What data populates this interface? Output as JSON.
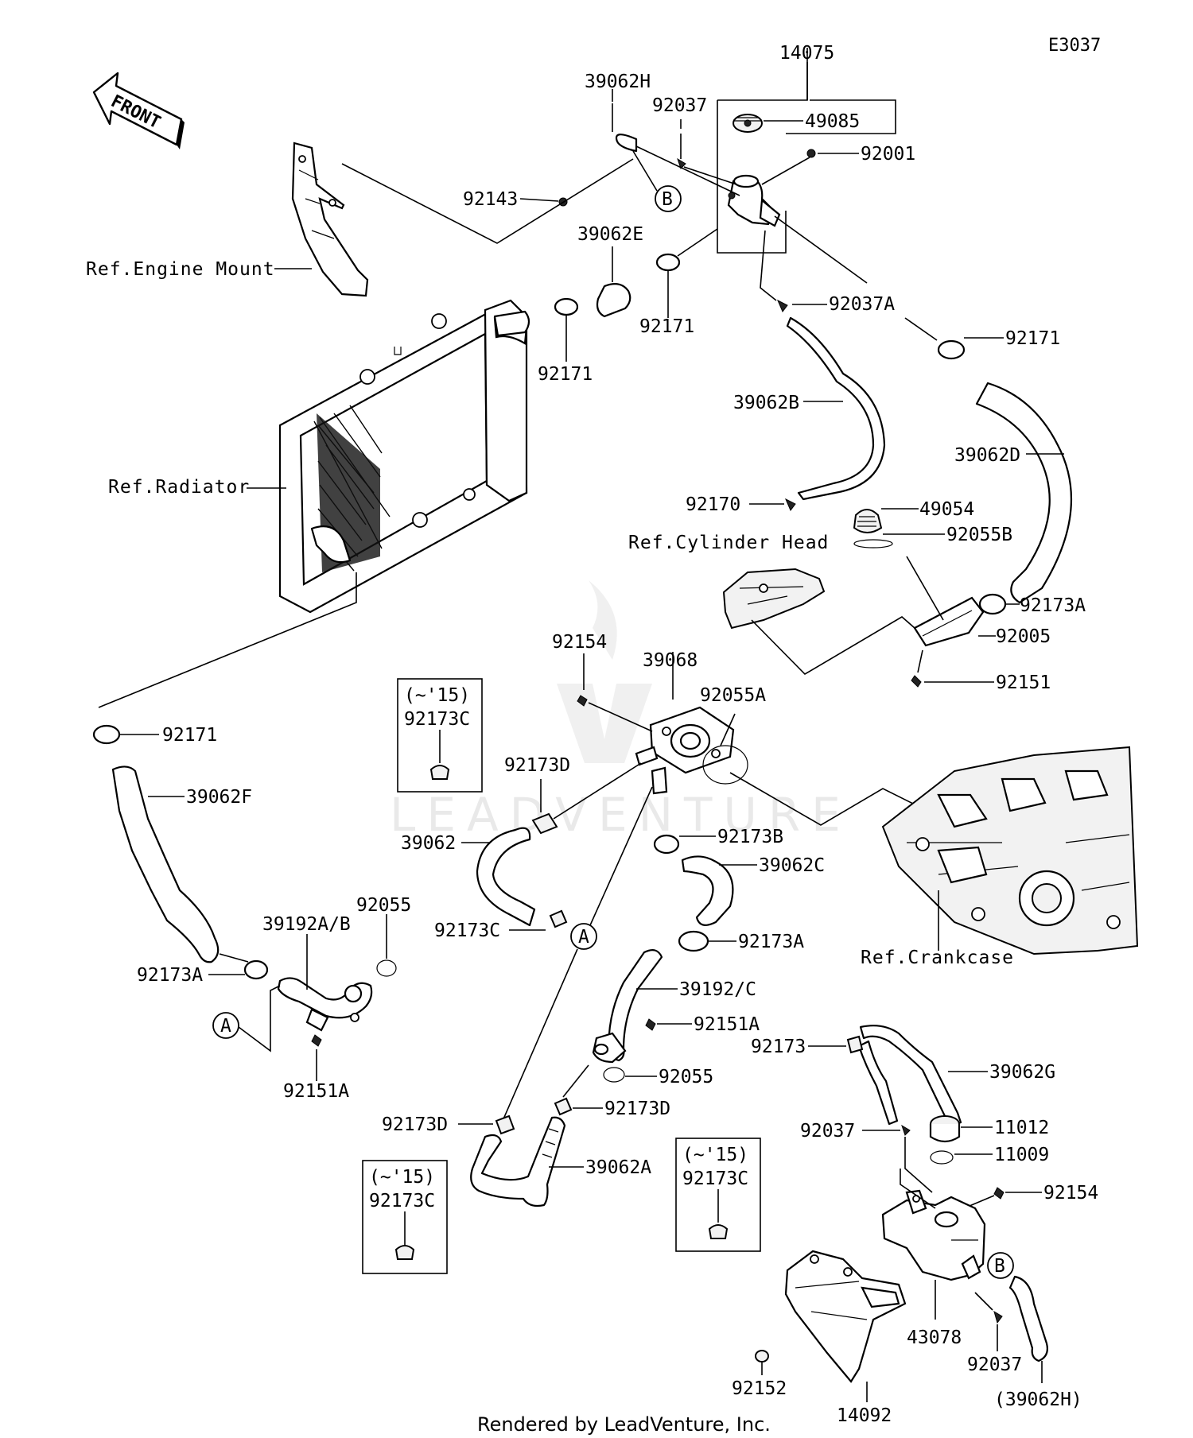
{
  "diagram_code": "E3037",
  "front_label": "FRONT",
  "footer": "Rendered by LeadVenture, Inc.",
  "watermark": "LEADVENTURE",
  "refs": {
    "engine_mount": "Ref.Engine Mount",
    "radiator": "Ref.Radiator",
    "cylinder_head": "Ref.Cylinder Head",
    "crankcase": "Ref.Crankcase"
  },
  "connectors": {
    "a": "A",
    "b": "B"
  },
  "variant_boxes": [
    {
      "years": "(~'15)",
      "part": "92173C"
    },
    {
      "years": "(~'15)",
      "part": "92173C"
    },
    {
      "years": "(~'15)",
      "part": "92173C"
    }
  ],
  "parts": {
    "p14075": "14075",
    "p39062H": "39062H",
    "p92037_top": "92037",
    "p49085": "49085",
    "p92001": "92001",
    "p92143": "92143",
    "p39062E": "39062E",
    "p92171_a": "92171",
    "p92171_b": "92171",
    "p92037A": "92037A",
    "p92171_c": "92171",
    "p39062B": "39062B",
    "p39062D": "39062D",
    "p92170": "92170",
    "p49054": "49054",
    "p92055B": "92055B",
    "p92173A_r": "92173A",
    "p92005": "92005",
    "p92154_mid": "92154",
    "p39068": "39068",
    "p92055A": "92055A",
    "p92151": "92151",
    "p92171_d": "92171",
    "p39062F": "39062F",
    "p92173D_a": "92173D",
    "p39062": "39062",
    "p92173B": "92173B",
    "p39062C": "39062C",
    "p92055_l": "92055",
    "p39192AB": "39192A/B",
    "p92173C": "92173C",
    "p92173A_m": "92173A",
    "p92173A_l": "92173A",
    "p39192C": "39192/C",
    "p92151A_r": "92151A",
    "p92151A_l": "92151A",
    "p92055_m": "92055",
    "p92173": "92173",
    "p39062G": "39062G",
    "p92173D_b": "92173D",
    "p92173D_c": "92173D",
    "p92037_bot": "92037",
    "p11012": "11012",
    "p39062A": "39062A",
    "p11009": "11009",
    "p92154_bot": "92154",
    "p43078": "43078",
    "p92152": "92152",
    "p14092": "14092",
    "p92037_br": "92037",
    "p39062H_ref": "(39062H)"
  }
}
